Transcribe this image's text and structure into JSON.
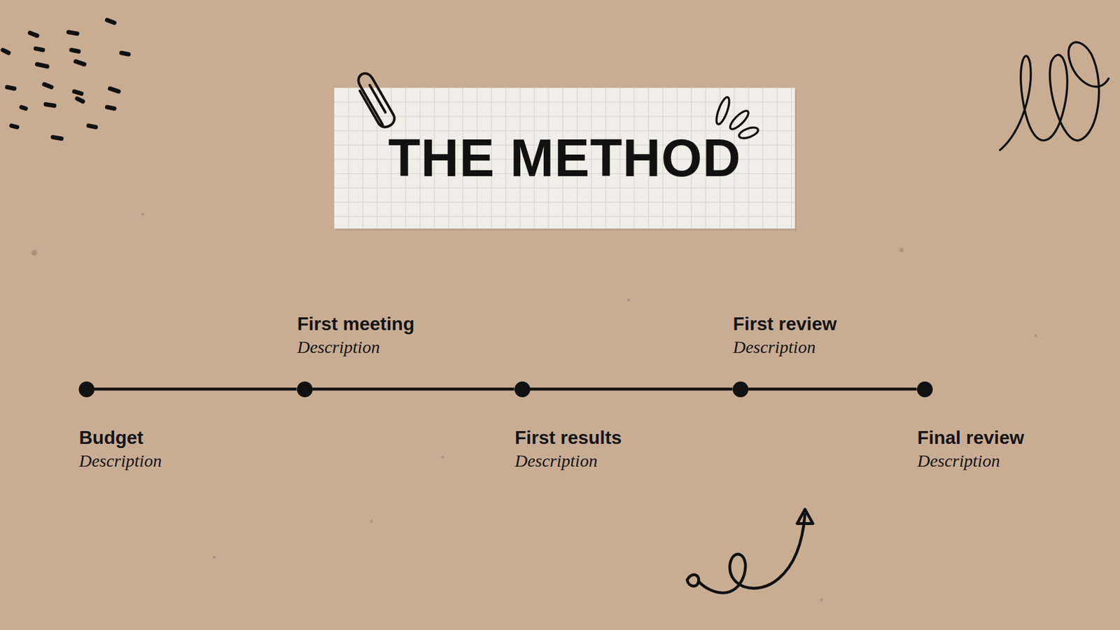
{
  "diagram": {
    "title": "THE METHOD",
    "nodes": [
      {
        "text": [
          "Budget",
          "Description"
        ]
      },
      {
        "text": [
          "First meeting",
          "Description"
        ]
      },
      {
        "text": [
          "First results",
          "Description"
        ]
      },
      {
        "text": [
          "First review",
          "Description"
        ]
      },
      {
        "text": [
          "Final review",
          "Description"
        ]
      }
    ],
    "edges": [
      {
        "from": 0,
        "to": 1,
        "arrow": "none"
      },
      {
        "from": 1,
        "to": 2,
        "arrow": "none"
      },
      {
        "from": 2,
        "to": 3,
        "arrow": "none"
      },
      {
        "from": 3,
        "to": 4,
        "arrow": "none"
      }
    ]
  }
}
